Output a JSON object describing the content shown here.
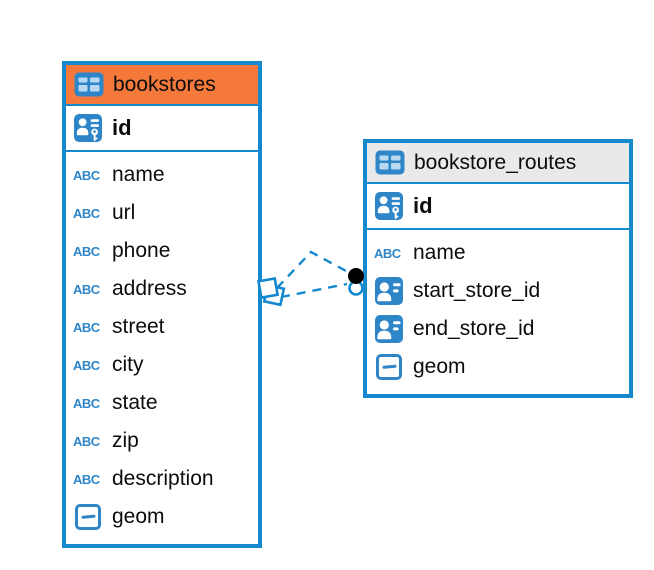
{
  "diagram": {
    "tables": [
      {
        "name": "bookstores",
        "header_bg": "#f5793b",
        "columns": [
          {
            "name": "id",
            "icon": "primary-key",
            "section": "key"
          },
          {
            "name": "name",
            "icon": "text",
            "section": "body"
          },
          {
            "name": "url",
            "icon": "text",
            "section": "body"
          },
          {
            "name": "phone",
            "icon": "text",
            "section": "body"
          },
          {
            "name": "address",
            "icon": "text",
            "section": "body"
          },
          {
            "name": "street",
            "icon": "text",
            "section": "body"
          },
          {
            "name": "city",
            "icon": "text",
            "section": "body"
          },
          {
            "name": "state",
            "icon": "text",
            "section": "body"
          },
          {
            "name": "zip",
            "icon": "text",
            "section": "body"
          },
          {
            "name": "description",
            "icon": "text",
            "section": "body"
          },
          {
            "name": "geom",
            "icon": "geometry",
            "section": "body"
          }
        ]
      },
      {
        "name": "bookstore_routes",
        "header_bg": "#e9e9e9",
        "columns": [
          {
            "name": "id",
            "icon": "primary-key",
            "section": "key"
          },
          {
            "name": "name",
            "icon": "text",
            "section": "body"
          },
          {
            "name": "start_store_id",
            "icon": "reference",
            "section": "body"
          },
          {
            "name": "end_store_id",
            "icon": "reference",
            "section": "body"
          },
          {
            "name": "geom",
            "icon": "geometry",
            "section": "body"
          }
        ]
      }
    ],
    "relationships": [
      {
        "from_table": "bookstore_routes",
        "to_table": "bookstores",
        "style": "dashed"
      },
      {
        "from_table": "bookstore_routes",
        "to_table": "bookstores",
        "style": "dashed"
      }
    ],
    "icon_glyphs": {
      "text": "ABC"
    },
    "colors": {
      "table_border": "#1589cd",
      "relationship_line": "#1589cd",
      "icon_blue": "#2e86c8",
      "bookstores_header": "#f5793b",
      "routes_header": "#e9e9e9",
      "marker_dot": "#000000"
    }
  }
}
